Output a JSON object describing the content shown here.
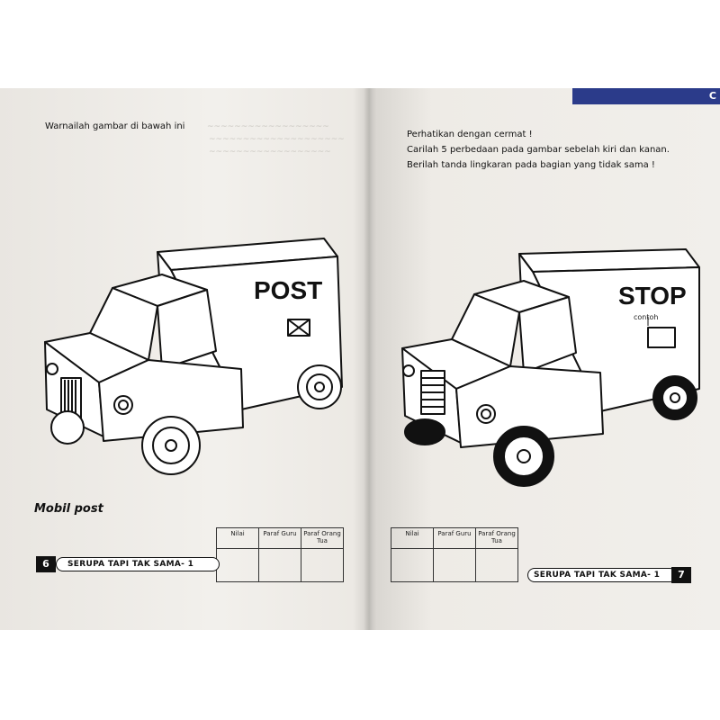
{
  "cover_tab": "C",
  "left_page": {
    "instruction": "Warnailah gambar di bawah ini",
    "truck_sign": "POST",
    "caption": "Mobil post",
    "score_headers": [
      "Nilai",
      "Paraf Guru",
      "Paraf Orang Tua"
    ],
    "footer_title": "SERUPA TAPI TAK SAMA- 1",
    "page_number": "6"
  },
  "right_page": {
    "instructions": [
      "Perhatikan dengan cermat !",
      "Carilah 5 perbedaan pada gambar sebelah kiri dan kanan.",
      "Berilah tanda lingkaran pada bagian yang tidak sama !"
    ],
    "truck_sign": "STOP",
    "example_label": "contoh",
    "score_headers": [
      "Nilai",
      "Paraf Guru",
      "Paraf Orang Tua"
    ],
    "footer_title": "SERUPA TAPI TAK SAMA- 1",
    "page_number": "7"
  }
}
